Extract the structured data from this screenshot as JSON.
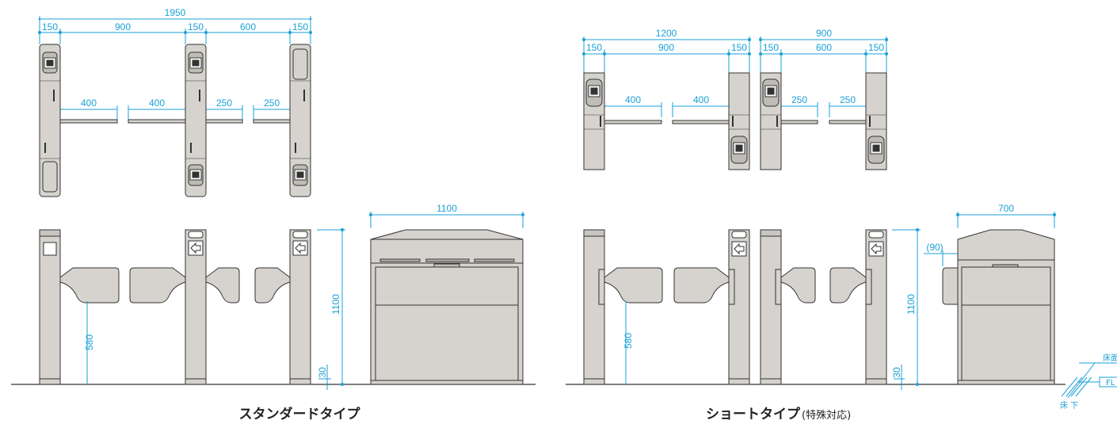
{
  "standard": {
    "caption": "スタンダードタイプ",
    "plan": {
      "total": "1950",
      "seg": [
        "150",
        "900",
        "150",
        "600",
        "150"
      ],
      "flap": [
        "400",
        "400",
        "250",
        "250"
      ]
    },
    "elev": {
      "height": "1100",
      "flap_height": "580",
      "base": "30"
    },
    "side": {
      "width": "1100"
    }
  },
  "short": {
    "caption": "ショートタイプ",
    "caption_note": "(特殊対応)",
    "plan": {
      "total_a": "1200",
      "seg_a": [
        "150",
        "900",
        "150"
      ],
      "flap_a": [
        "400",
        "400"
      ],
      "total_b": "900",
      "seg_b": [
        "150",
        "600",
        "150"
      ],
      "flap_b": [
        "250",
        "250"
      ]
    },
    "elev": {
      "height": "1100",
      "flap_height": "580",
      "base": "30"
    },
    "side": {
      "width": "700",
      "offset": "(90)"
    },
    "floor_labels": {
      "floor_face": "床面",
      "fl": "FL",
      "under_floor": "床 下"
    }
  }
}
